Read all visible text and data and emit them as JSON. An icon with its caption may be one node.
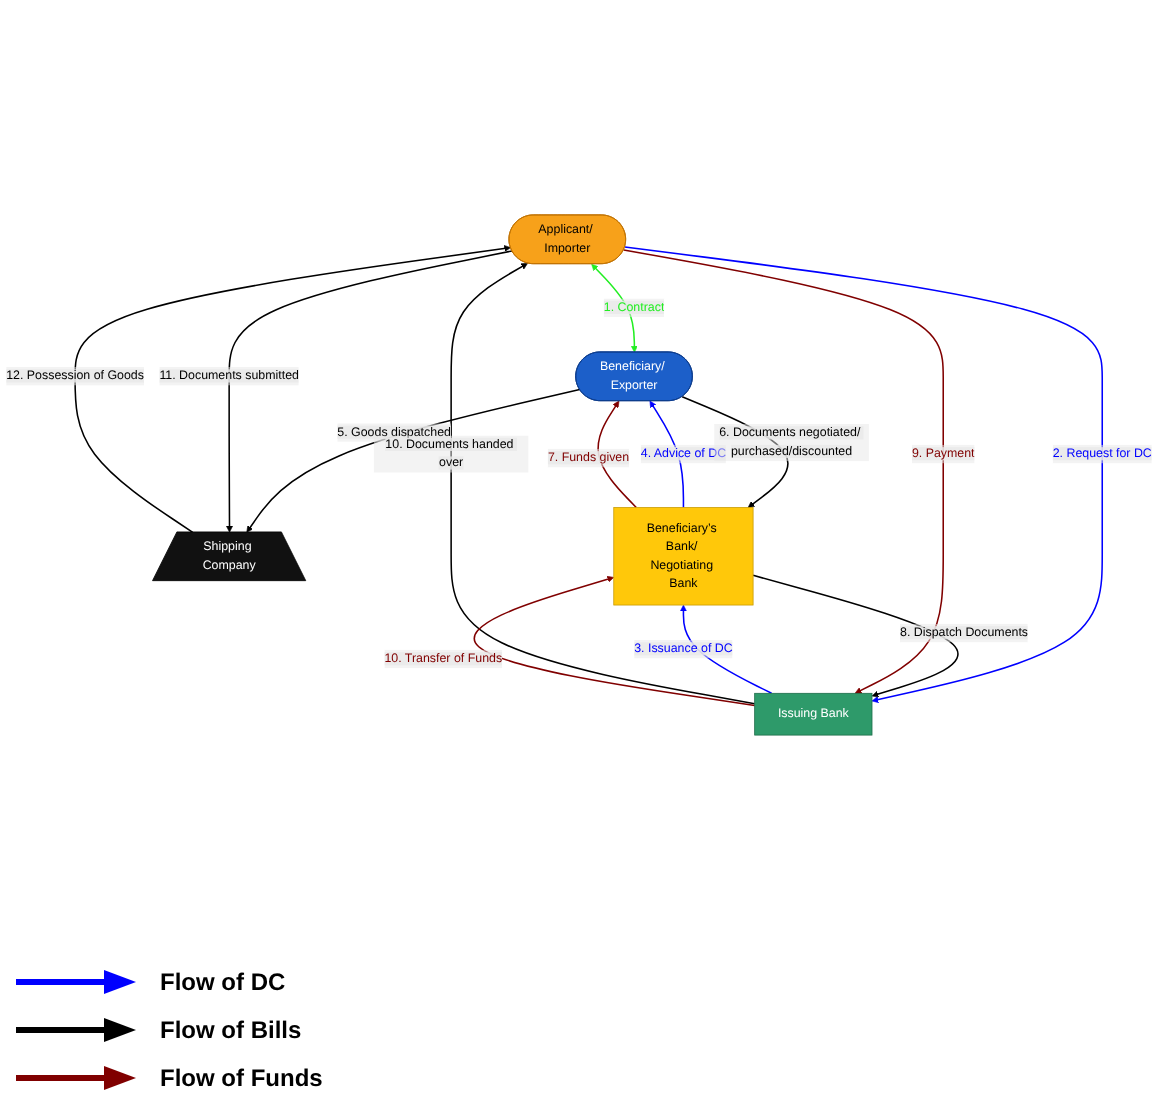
{
  "diagram": {
    "nodes": [
      {
        "text": [
          "Applicant/ Importer"
        ]
      },
      {
        "text": [
          "Beneficiary/ Exporter"
        ]
      },
      {
        "text": [
          "Shipping Company"
        ]
      },
      {
        "text": [
          "Issuing Bank"
        ]
      },
      {
        "text": [
          "Beneficiary’s Bank/ Negotiating Bank"
        ]
      }
    ],
    "edges": [
      {
        "from": 0,
        "to": 1,
        "arrow": "both",
        "label": "1. Contract",
        "color": "#22ee22"
      },
      {
        "from": 0,
        "to": 3,
        "arrow": "to",
        "label": "2. Request for DC",
        "color": "#0000ff"
      },
      {
        "from": 3,
        "to": 4,
        "arrow": "to",
        "label": "3. Issuance of DC",
        "color": "#0000ff"
      },
      {
        "from": 4,
        "to": 1,
        "arrow": "to",
        "label": "4. Advice of DC",
        "color": "#0000ff"
      },
      {
        "from": 1,
        "to": 2,
        "arrow": "to",
        "label": "5. Goods dispatched"
      },
      {
        "from": 1,
        "to": 4,
        "arrow": "to",
        "label": "6. Documents negotiated/ purchased/discounted"
      },
      {
        "from": 4,
        "to": 1,
        "arrow": "to",
        "label": "7. Funds given",
        "color": "#800000"
      },
      {
        "from": 4,
        "to": 3,
        "arrow": "to",
        "label": "8. Dispatch Documents"
      },
      {
        "from": 0,
        "to": 3,
        "arrow": "to",
        "label": "9. Payment",
        "color": "#800000"
      },
      {
        "from": 3,
        "to": 0,
        "arrow": "to",
        "label": "10. Documents handed over"
      },
      {
        "from": 3,
        "to": 4,
        "arrow": "to",
        "label": "10. Transfer of Funds",
        "color": "#800000"
      },
      {
        "from": 0,
        "to": 2,
        "arrow": "to",
        "label": "11. Documents submitted"
      },
      {
        "from": 2,
        "to": 0,
        "arrow": "to",
        "label": "12. Possession of Goods"
      }
    ],
    "legend": [
      {
        "text": "Flow of DC"
      },
      {
        "text": "Flow of Bills"
      },
      {
        "text": "Flow of Funds"
      }
    ]
  }
}
